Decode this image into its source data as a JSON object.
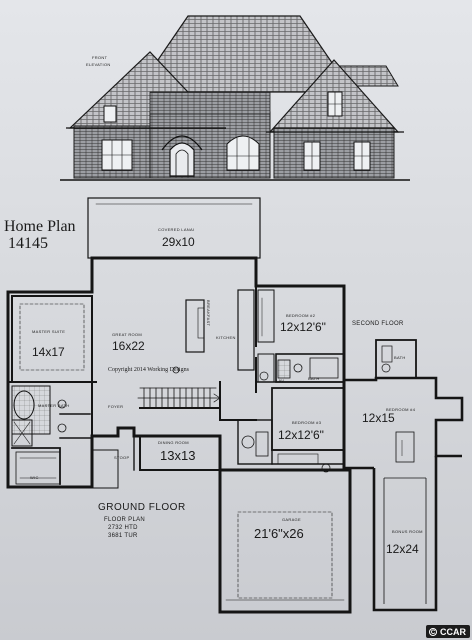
{
  "elevation": {
    "label_line1": "FRONT",
    "label_line2": "ELEVATION"
  },
  "title": {
    "line1": "Home Plan",
    "line2": "14145"
  },
  "rooms": {
    "covered_lanai": {
      "name": "COVERED LANAI",
      "size": "29x10"
    },
    "breakfast": {
      "name": "BREAKFAST"
    },
    "great_room": {
      "name": "GREAT ROOM",
      "size": "16x22"
    },
    "kitchen": {
      "name": "KITCHEN"
    },
    "master_suite": {
      "name": "MASTER SUITE",
      "size": "14x17"
    },
    "master_bath": {
      "name": "MASTER BATH"
    },
    "wic": {
      "name": "WIC"
    },
    "foyer": {
      "name": "FOYER"
    },
    "stoop": {
      "name": "STOOP"
    },
    "dining_room": {
      "name": "DINING ROOM",
      "size": "13x13"
    },
    "bedroom2": {
      "name": "BEDROOM #2",
      "size": "12x12'6\""
    },
    "bath": {
      "name": "BATH"
    },
    "lav": {
      "name": "LAV"
    },
    "bedroom3": {
      "name": "BEDROOM #3",
      "size": "12x12'6\""
    },
    "garage": {
      "name": "GARAGE",
      "size": "21'6\"x26"
    },
    "bedroom4": {
      "name": "BEDROOM #4",
      "size": "12x15"
    },
    "bonus_room": {
      "name": "BONUS ROOM",
      "size": "12x24"
    },
    "bath2": {
      "name": "BATH"
    }
  },
  "copyright": "Copyright 2014 Working Designs",
  "labels": {
    "ground_floor": "GROUND FLOOR",
    "second_floor": "SECOND FLOOR",
    "floor_plan": "FLOOR PLAN",
    "htd": "2732 HTD",
    "tur": "3681 TUR"
  },
  "watermark": {
    "text": "CCAR",
    "mark": "C"
  }
}
